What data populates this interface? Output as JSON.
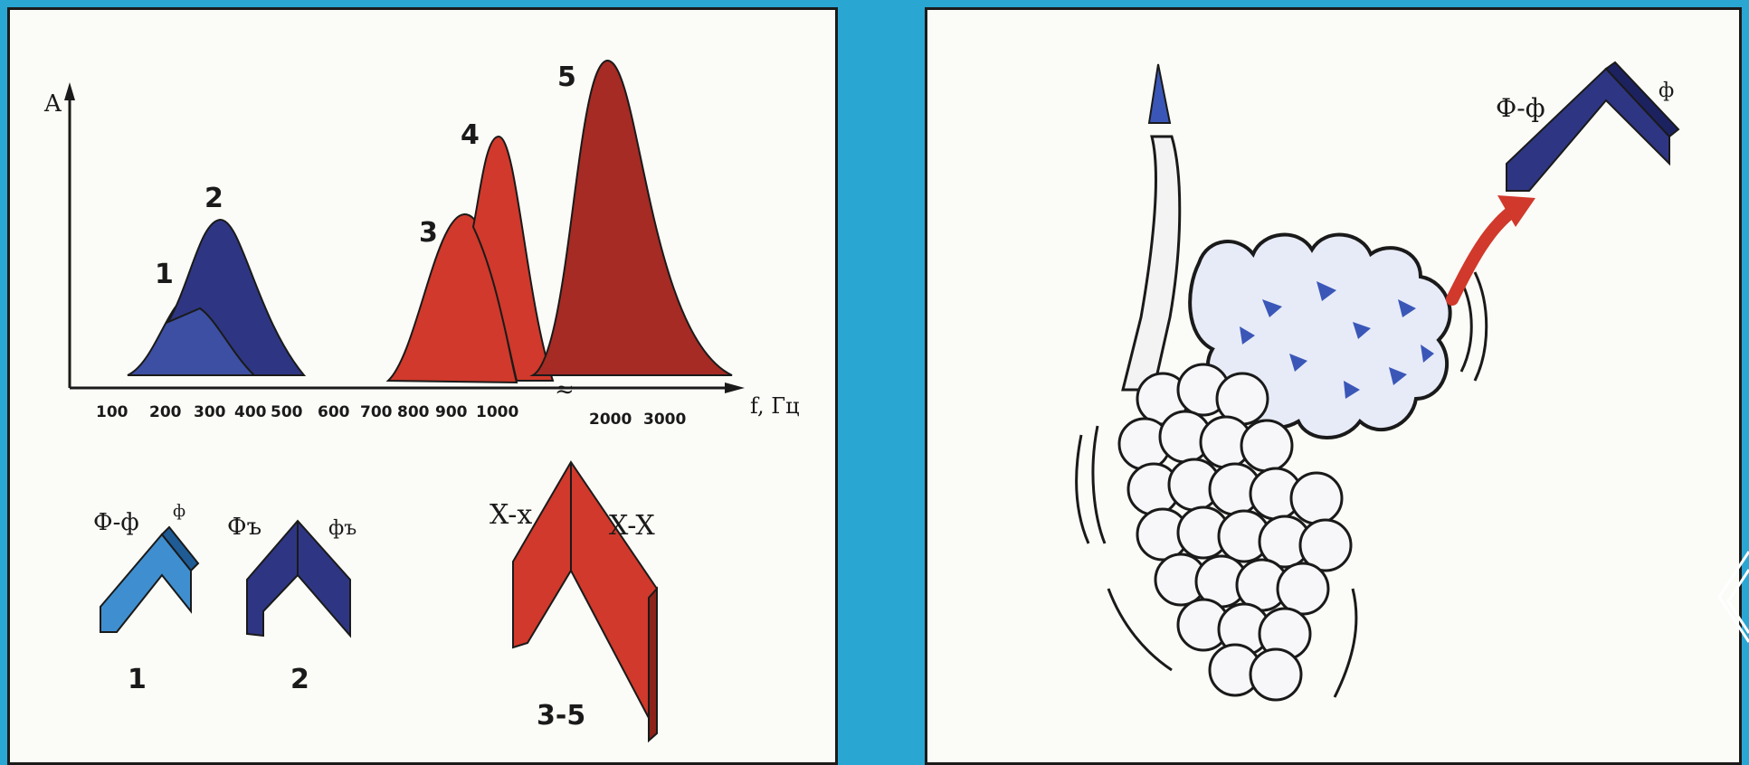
{
  "left_panel": {
    "axis": {
      "y_label": "A",
      "x_label": "f, Гц",
      "ticks": [
        "100",
        "200",
        "300",
        "400",
        "500",
        "600",
        "700",
        "800",
        "900",
        "1000",
        "2000",
        "3000"
      ],
      "break_mark": "≈"
    },
    "curves": [
      {
        "label": "1",
        "color": "#3d4fa3"
      },
      {
        "label": "2",
        "color": "#2e3683"
      },
      {
        "label": "3",
        "color": "#d0392b"
      },
      {
        "label": "4",
        "color": "#d0392b"
      },
      {
        "label": "5",
        "color": "#a52b24"
      }
    ],
    "molecules": [
      {
        "label_left": "Ф-ф",
        "label_right": "ф",
        "caption": "1",
        "color": "#3f8fd0"
      },
      {
        "label_left": "Фъ",
        "label_right": "фъ",
        "caption": "2",
        "color": "#2e3683"
      },
      {
        "label_left": "X-x",
        "label_right": "X-X",
        "caption": "3-5",
        "color": "#d0392b"
      }
    ]
  },
  "right_panel": {
    "fragment_label_left": "Ф-ф",
    "fragment_label_right": "ф",
    "colors": {
      "fragment": "#2e3683",
      "arrow": "#d0392b",
      "particles": "#3a57b8"
    }
  }
}
